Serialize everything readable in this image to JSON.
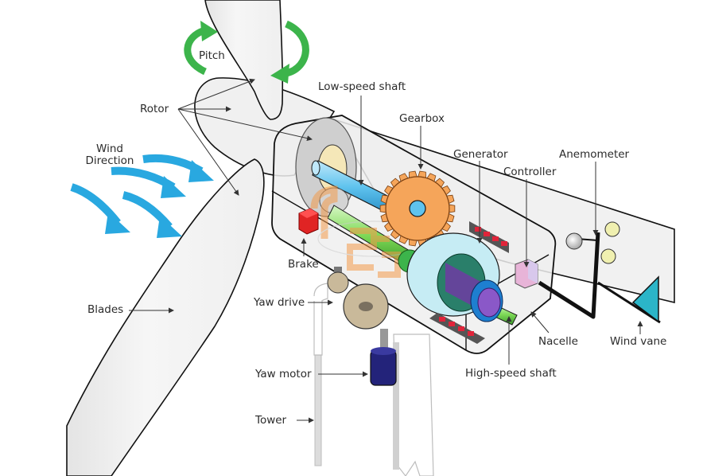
{
  "title": "Wind turbine components",
  "labels": {
    "pitch": "Pitch",
    "rotor": "Rotor",
    "wind_direction_line1": "Wind",
    "wind_direction_line2": "Direction",
    "blades": "Blades",
    "low_speed_shaft": "Low-speed shaft",
    "gearbox": "Gearbox",
    "generator": "Generator",
    "controller": "Controller",
    "anemometer": "Anemometer",
    "brake": "Brake",
    "yaw_drive": "Yaw drive",
    "yaw_motor": "Yaw motor",
    "tower": "Tower",
    "nacelle": "Nacelle",
    "wind_vane": "Wind vane",
    "high_speed_shaft": "High-speed shaft"
  },
  "colors": {
    "wind_arrow": "#29a8e0",
    "pitch_arrow": "#3cb44b",
    "low_speed_shaft": "#5fc3ee",
    "gear": "#f39a4a",
    "brake": "#e02424",
    "high_speed_shaft": "#7ed957",
    "generator_core": "#6a3fa0",
    "generator_ring": "#1e7fd0",
    "generator_magnet": "#e0243a",
    "controller": "#e8b4d8",
    "wind_vane": "#2bb5c8",
    "yaw_motor": "#23237a",
    "yaw_gear": "#c9b99a",
    "anemometer_cup": "#f0f0b0"
  }
}
